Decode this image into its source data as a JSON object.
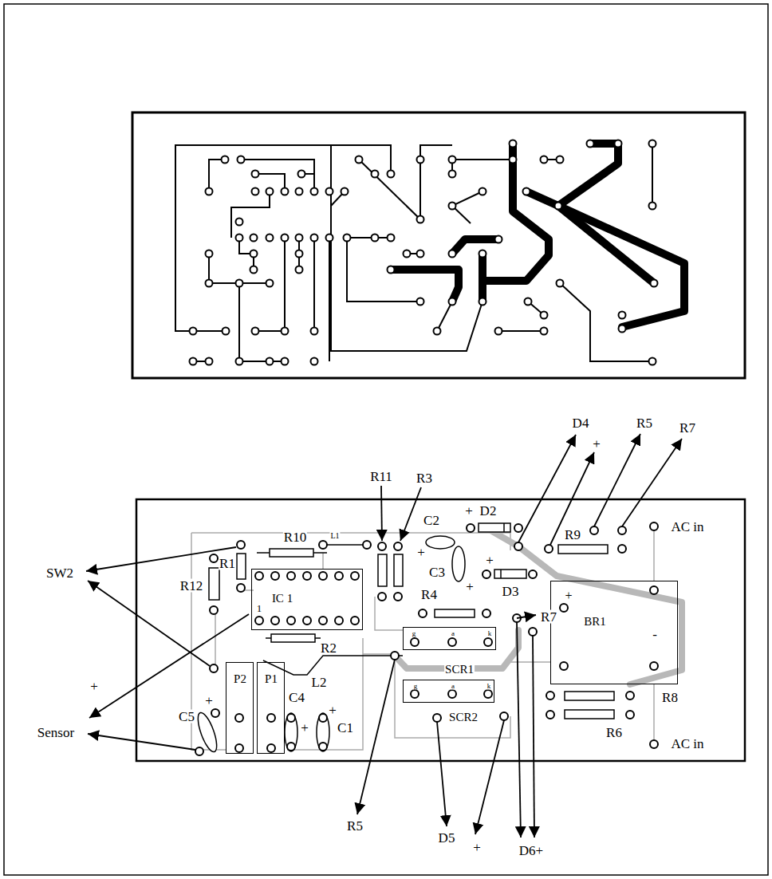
{
  "diagram": {
    "nodes": [
      {
        "text": [
          "IC 1",
          "1"
        ]
      },
      {
        "text": [
          "+",
          "BR1",
          "-"
        ]
      },
      {
        "text": [
          "g",
          "a",
          "k",
          "SCR1"
        ]
      },
      {
        "text": [
          "P2"
        ]
      },
      {
        "text": [
          "P1"
        ]
      },
      {
        "text": [
          "g",
          "a",
          "k",
          "SCR2"
        ]
      }
    ],
    "labels": [
      "D4",
      "+",
      "R5",
      "R7",
      "R11",
      "R3",
      "+",
      "D2",
      "C2",
      "AC in",
      "R10",
      "L1",
      "R9",
      "+",
      "+",
      "SW2",
      "R1",
      "C3",
      "R4",
      "+",
      "D3",
      "R12",
      "R7",
      "R2",
      "L2",
      "+",
      "C4",
      "R8",
      "+",
      "+",
      "C5",
      "+",
      "C1",
      "Sensor",
      "R6",
      "AC in",
      "R5",
      "D5",
      "+",
      "D6+"
    ]
  }
}
